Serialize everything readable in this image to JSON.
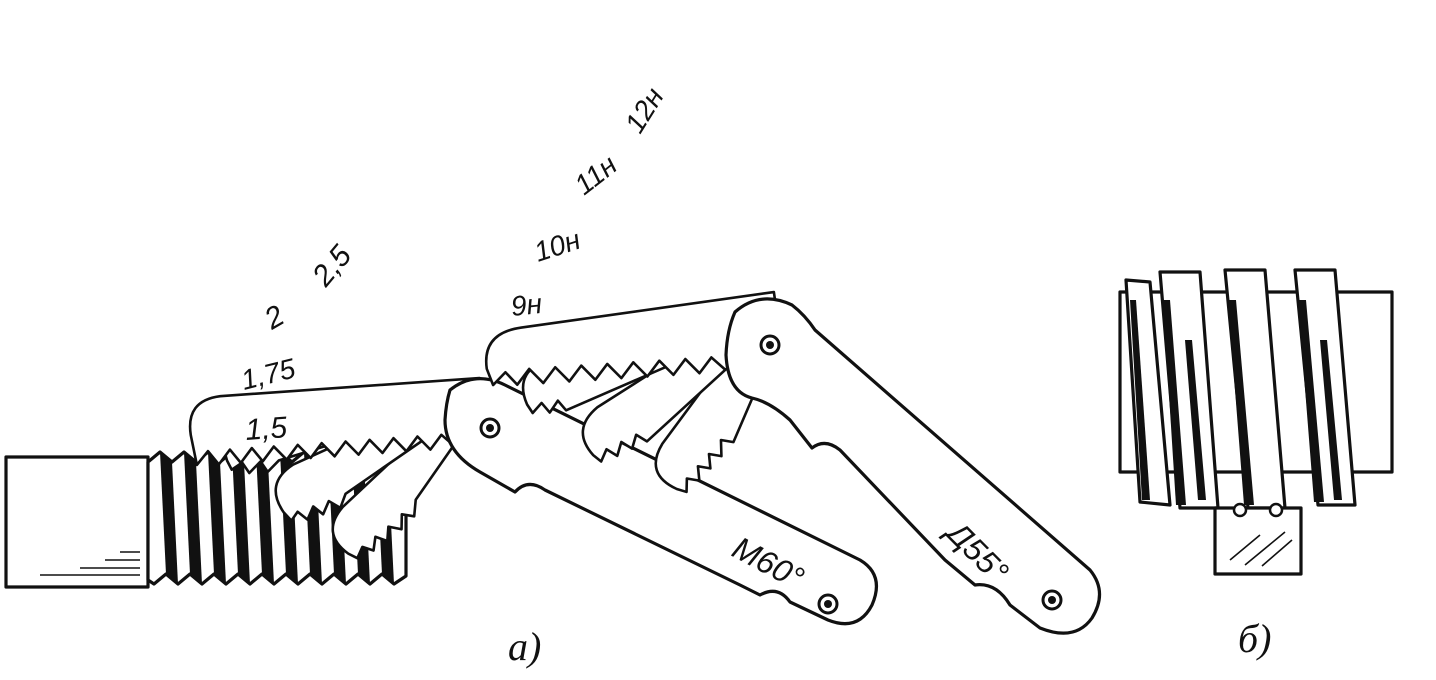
{
  "gauge_metric": {
    "marking": "M60°",
    "blades": [
      "1,5",
      "1,75",
      "2",
      "2,5"
    ]
  },
  "gauge_inch": {
    "marking": "Д55°",
    "blades": [
      "9н",
      "10н",
      "11н",
      "12н"
    ]
  },
  "captions": {
    "a": "а)",
    "b": "б)"
  }
}
